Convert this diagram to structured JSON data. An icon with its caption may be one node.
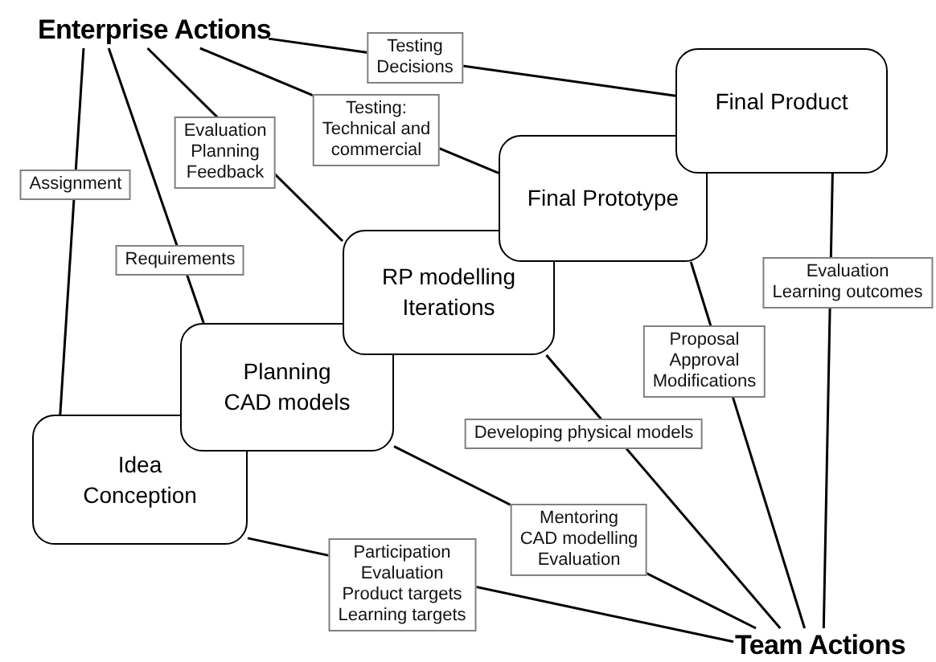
{
  "diagram": {
    "nodes": [
      {
        "text": [
          "Enterprise Actions"
        ]
      },
      {
        "text": [
          "Final Product"
        ]
      },
      {
        "text": [
          "Final Prototype"
        ]
      },
      {
        "text": [
          "RP modelling Iterations"
        ]
      },
      {
        "text": [
          "Planning CAD models"
        ]
      },
      {
        "text": [
          "Idea Conception"
        ]
      },
      {
        "text": [
          "Team Actions"
        ]
      }
    ],
    "edges": [
      {
        "from": 0,
        "to": 5,
        "arrow": "none",
        "label": "Assignment"
      },
      {
        "from": 0,
        "to": 4,
        "arrow": "none",
        "label": "Requirements"
      },
      {
        "from": 0,
        "to": 3,
        "arrow": "none",
        "label": "Evaluation Planning Feedback"
      },
      {
        "from": 0,
        "to": 2,
        "arrow": "none",
        "label": "Testing: Technical and commercial"
      },
      {
        "from": 0,
        "to": 1,
        "arrow": "none",
        "label": "Testing Decisions"
      },
      {
        "from": 6,
        "to": 5,
        "arrow": "none",
        "label": "Participation Evaluation Product targets Learning targets"
      },
      {
        "from": 6,
        "to": 4,
        "arrow": "none",
        "label": "Mentoring CAD modelling Evaluation"
      },
      {
        "from": 6,
        "to": 3,
        "arrow": "none",
        "label": "Developing physical models"
      },
      {
        "from": 6,
        "to": 2,
        "arrow": "none",
        "label": "Proposal Approval Modifications"
      },
      {
        "from": 6,
        "to": 1,
        "arrow": "none",
        "label": "Evaluation Learning outcomes"
      }
    ]
  }
}
